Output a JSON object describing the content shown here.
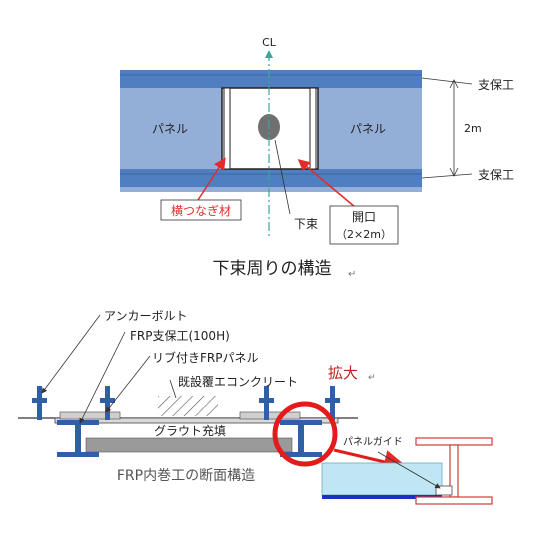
{
  "top": {
    "cl": "CL",
    "panel_left": "パネル",
    "panel_right": "パネル",
    "support_top": "支保工",
    "support_bottom": "支保工",
    "dimension": "2m",
    "horizontal_tie": "横つなぎ材",
    "lower_bundle": "下束",
    "opening_title": "開口",
    "opening_size": "（2×2m）",
    "caption": "下束周りの構造",
    "caption_mark": "↵"
  },
  "bottom": {
    "anchor_bolt": "アンカーボルト",
    "frp_support": "FRP支保工(100H)",
    "ribbed_panel": "リブ付きFRPパネル",
    "existing_concrete": "既設覆エコンクリート",
    "grout": "グラウト充填",
    "enlarge": "拡大",
    "enlarge_mark": "↵",
    "panel_guide": "パネルガイド",
    "caption": "FRP内巻工の断面構造"
  },
  "colors": {
    "band": "#4f7fc0",
    "panel": "#93afd8",
    "arrow_red": "#e52a2a",
    "ring_red": "#e31b1b",
    "cl_line": "#3aa79a",
    "beam_blue": "#2f5fa6",
    "grout_gray": "#9a9a9a",
    "guide_red": "#d23a3a",
    "enlarge_text": "#c0201f"
  }
}
